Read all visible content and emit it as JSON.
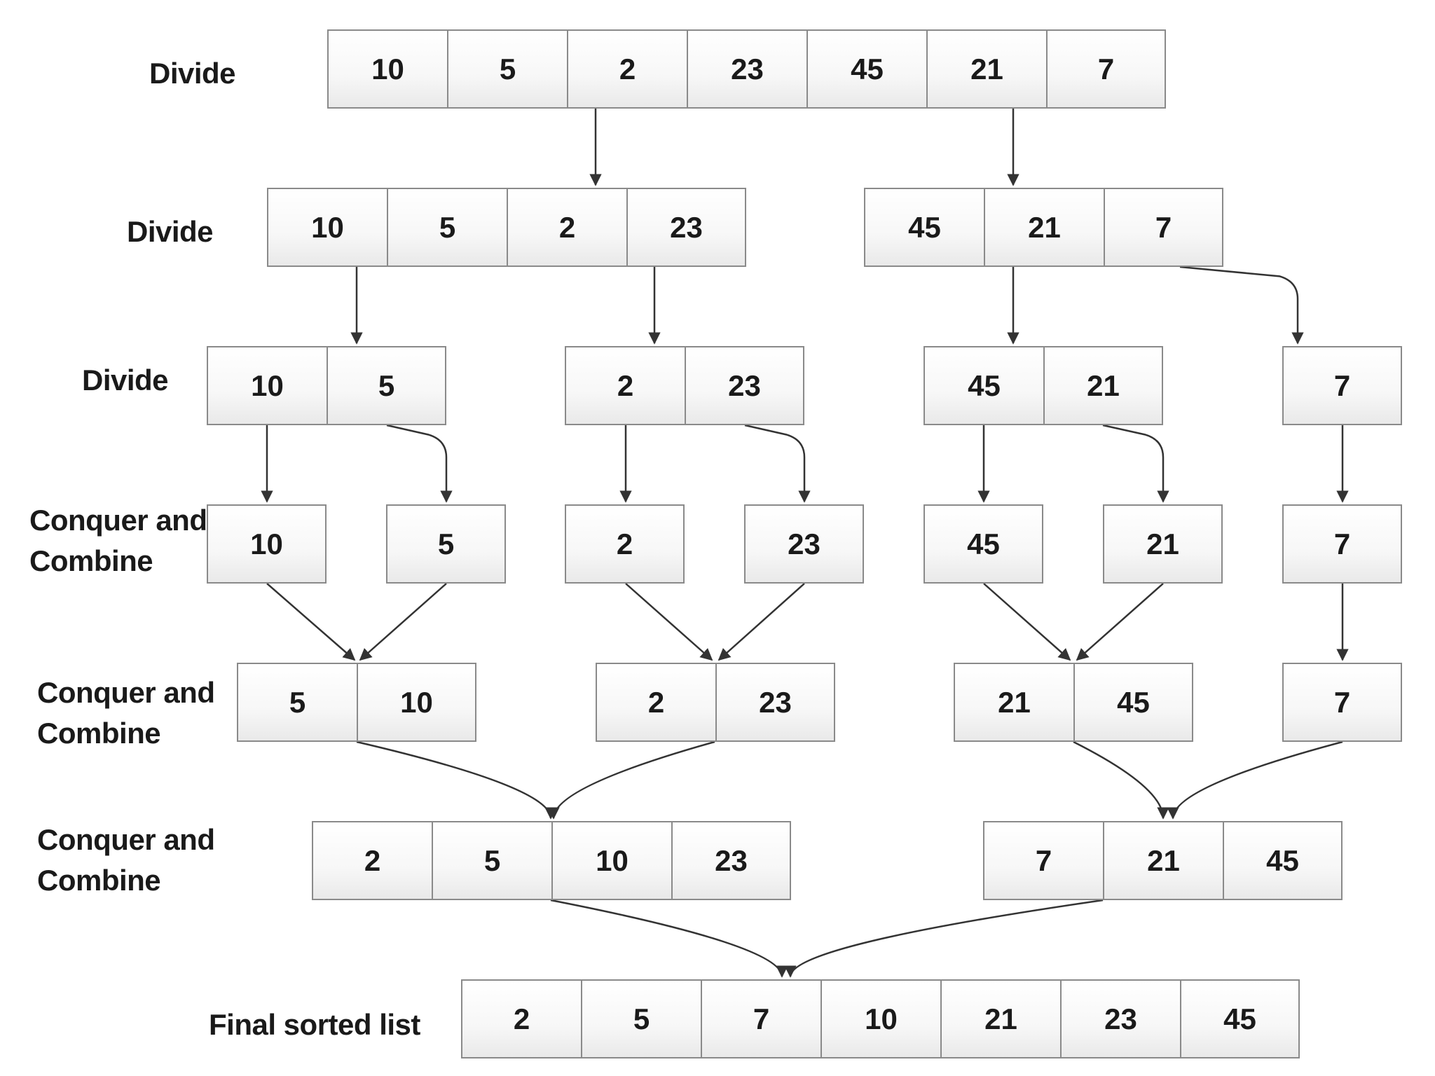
{
  "rows": [
    {
      "label": "Divide",
      "arrays": [
        [
          10,
          5,
          2,
          23,
          45,
          21,
          7
        ]
      ]
    },
    {
      "label": "Divide",
      "arrays": [
        [
          10,
          5,
          2,
          23
        ],
        [
          45,
          21,
          7
        ]
      ]
    },
    {
      "label": "Divide",
      "arrays": [
        [
          10,
          5
        ],
        [
          2,
          23
        ],
        [
          45,
          21
        ],
        [
          7
        ]
      ]
    },
    {
      "label": "Conquer and\nCombine",
      "arrays": [
        [
          10
        ],
        [
          5
        ],
        [
          2
        ],
        [
          23
        ],
        [
          45
        ],
        [
          21
        ],
        [
          7
        ]
      ]
    },
    {
      "label": "Conquer and\nCombine",
      "arrays": [
        [
          5,
          10
        ],
        [
          2,
          23
        ],
        [
          21,
          45
        ],
        [
          7
        ]
      ]
    },
    {
      "label": "Conquer and\nCombine",
      "arrays": [
        [
          2,
          5,
          10,
          23
        ],
        [
          7,
          21,
          45
        ]
      ]
    },
    {
      "label": "Final sorted list",
      "arrays": [
        [
          2,
          5,
          7,
          10,
          21,
          23,
          45
        ]
      ]
    }
  ],
  "colors": {
    "cell_border": "#8a8a8a",
    "arrow": "#333333",
    "text": "#1a1a1a"
  }
}
